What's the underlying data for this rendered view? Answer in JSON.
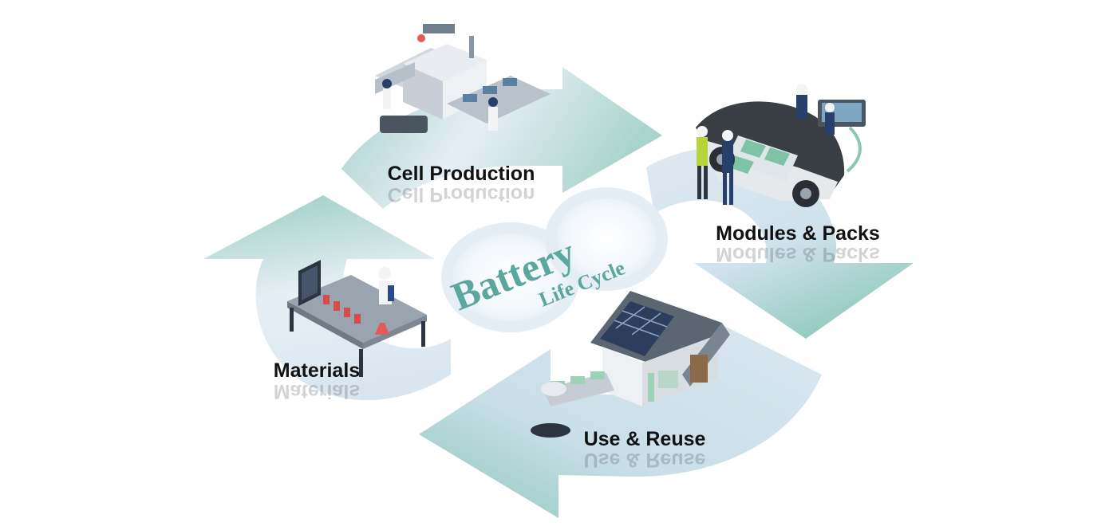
{
  "center": {
    "title": "Battery",
    "subtitle": "Life Cycle"
  },
  "stages": {
    "cell_production": "Cell Production",
    "modules_packs": "Modules & Packs",
    "use_reuse": "Use & Reuse",
    "materials": "Materials"
  },
  "colors": {
    "arrow_light": "#dde8f0",
    "arrow_teal": "#9fcfc6",
    "accent_teal": "#5aa79e",
    "steel": "#6f7d8c",
    "dark": "#2c3440"
  },
  "icons": [
    "factory-icon",
    "electric-car-icon",
    "solar-house-icon",
    "lab-bench-icon"
  ]
}
